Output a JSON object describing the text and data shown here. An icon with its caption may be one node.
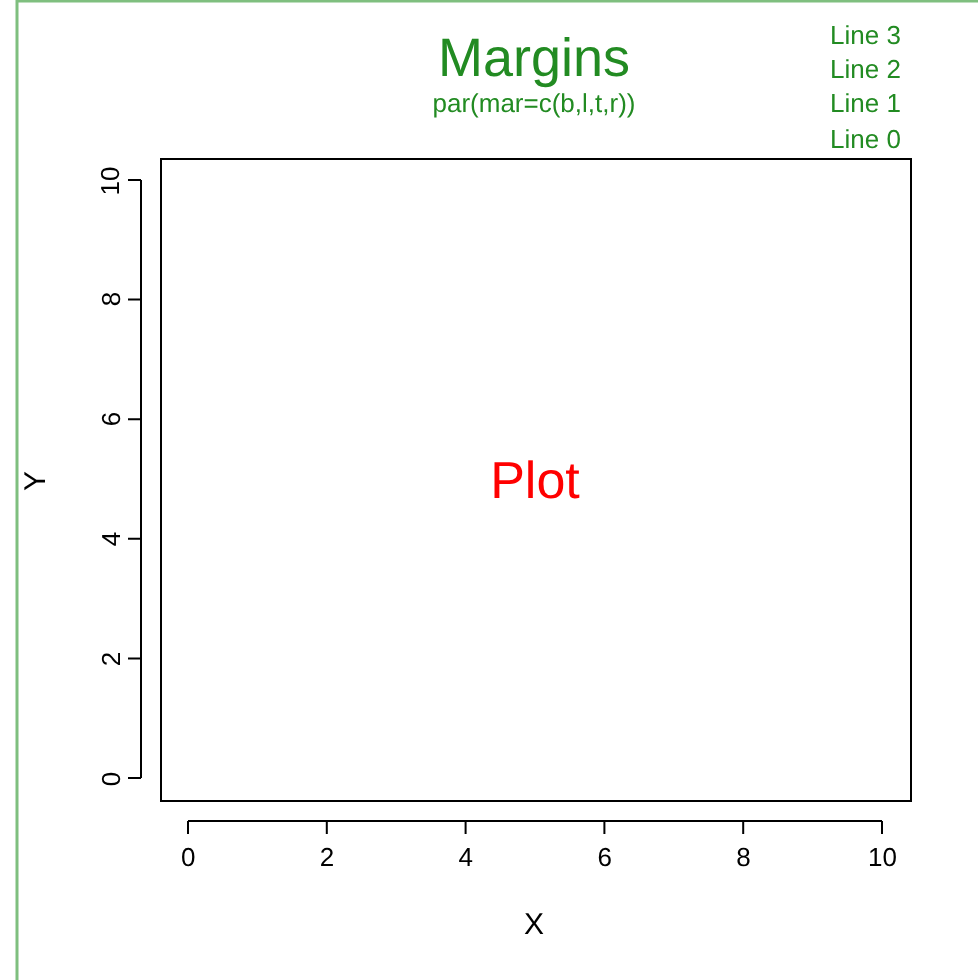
{
  "diagram": {
    "title": "Margins",
    "caption": "par(mar=c(b,l,t,r))",
    "labels": [
      "Line 3",
      "Line 2",
      "Line 1",
      "Line 0",
      "Plot"
    ],
    "chart_data": {
      "type": "scatter",
      "xlabel": "X",
      "ylabel": "Y",
      "xlim": [
        0,
        10
      ],
      "ylim": [
        0,
        10
      ],
      "xticks": [
        0,
        2,
        4,
        6,
        8,
        10
      ],
      "yticks": [
        0,
        2,
        4,
        6,
        8,
        10
      ]
    }
  }
}
